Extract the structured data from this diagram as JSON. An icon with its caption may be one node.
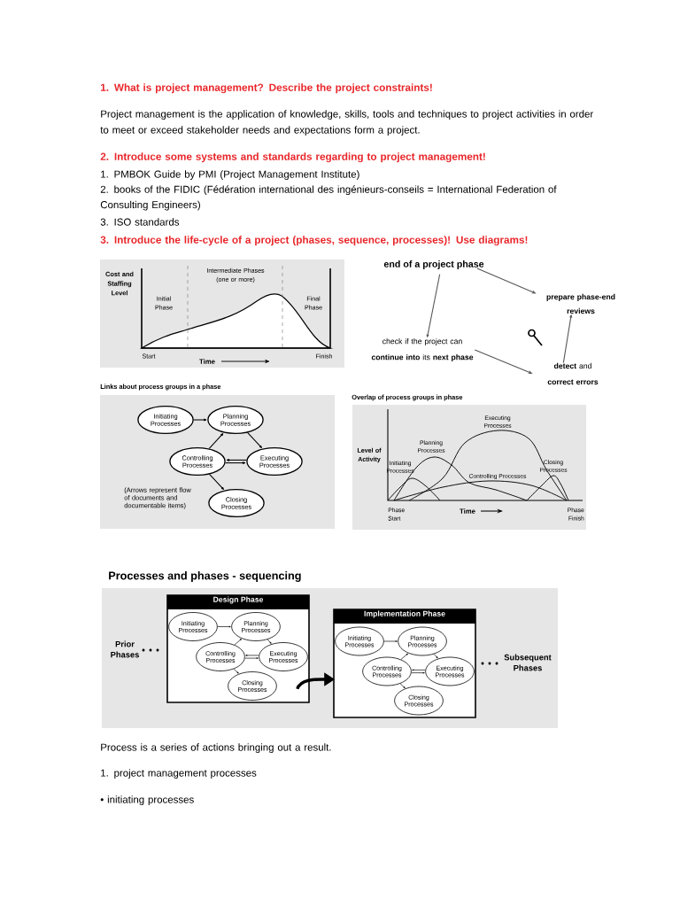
{
  "diagram": {
    "nodes": [
      {
        "text": [
          "end of a project phase"
        ]
      },
      {
        "text": [
          "check if the project can **continue into** its **next phase**"
        ]
      },
      {
        "text": [
          "prepare phase-end reviews"
        ]
      },
      {
        "text": [
          "**detect** and **correct errors**"
        ]
      },
      {
        "text": [
          "Initiating Processes"
        ]
      },
      {
        "text": [
          "Planning Processes"
        ]
      },
      {
        "text": [
          "Controlling Processes"
        ]
      },
      {
        "text": [
          "Executing Processes"
        ]
      },
      {
        "text": [
          "Closing Processes"
        ]
      },
      {
        "text": [
          "Design Phase"
        ]
      },
      {
        "text": [
          "Initiating Processes"
        ],
        "in": 9
      },
      {
        "text": [
          "Planning Processes"
        ],
        "in": 9
      },
      {
        "text": [
          "Controlling Processes"
        ],
        "in": 9
      },
      {
        "text": [
          "Executing Processes"
        ],
        "in": 9
      },
      {
        "text": [
          "Closing Processes"
        ],
        "in": 9
      },
      {
        "text": [
          "Implementation Phase"
        ]
      },
      {
        "text": [
          "Initiating Processes"
        ],
        "in": 15
      },
      {
        "text": [
          "Planning Processes"
        ],
        "in": 15
      },
      {
        "text": [
          "Controlling Processes"
        ],
        "in": 15
      },
      {
        "text": [
          "Executing Processes"
        ],
        "in": 15
      },
      {
        "text": [
          "Closing Processes"
        ],
        "in": 15
      }
    ],
    "edges": [
      {
        "from": 0,
        "to": 1,
        "arrow": "to"
      },
      {
        "from": 0,
        "to": 2,
        "arrow": "to"
      },
      {
        "from": 1,
        "to": 3,
        "arrow": "to"
      },
      {
        "from": 3,
        "to": 2,
        "arrow": "to"
      },
      {
        "from": 4,
        "to": 5,
        "arrow": "to"
      },
      {
        "from": 6,
        "to": 5,
        "arrow": "to"
      },
      {
        "from": 5,
        "to": 7,
        "arrow": "to"
      },
      {
        "from": 7,
        "to": 6,
        "arrow": "to"
      },
      {
        "from": 6,
        "to": 7,
        "arrow": "to"
      },
      {
        "from": 6,
        "to": 8,
        "arrow": "to"
      },
      {
        "from": 10,
        "to": 11,
        "arrow": "to"
      },
      {
        "from": 12,
        "to": 11,
        "arrow": "to"
      },
      {
        "from": 11,
        "to": 13,
        "arrow": "to"
      },
      {
        "from": 13,
        "to": 12,
        "arrow": "to"
      },
      {
        "from": 12,
        "to": 13,
        "arrow": "to"
      },
      {
        "from": 12,
        "to": 14,
        "arrow": "to"
      },
      {
        "from": 16,
        "to": 17,
        "arrow": "to"
      },
      {
        "from": 18,
        "to": 17,
        "arrow": "to"
      },
      {
        "from": 17,
        "to": 19,
        "arrow": "to"
      },
      {
        "from": 19,
        "to": 18,
        "arrow": "to"
      },
      {
        "from": 18,
        "to": 19,
        "arrow": "to"
      },
      {
        "from": 18,
        "to": 20,
        "arrow": "to"
      },
      {
        "from": 9,
        "to": 15,
        "arrow": "to",
        "style": "thick"
      }
    ],
    "labels": [
      "1. What is project management? Describe the project constraints!",
      "Project management is the application of knowledge, skills, tools and techniques to project activities in order to meet or exceed stakeholder needs and expectations form a project.",
      "2. Introduce some systems and standards regarding to project management!",
      "1. PMBOK Guide by PMI (Project Management Institute)",
      "2. books of the FIDIC (Fédération international des ingénieurs-conseils = International Federation of Consulting Engineers)",
      "3. ISO standards",
      "3. Introduce the life-cycle of a project (phases, sequence, processes)! Use diagrams!",
      "Cost and Staffing Level",
      "Intermediate Phases (one or more)",
      "Initial Phase",
      "Final Phase",
      "Start",
      "Time",
      "Finish",
      "Links about process groups in a phase",
      "(Arrows represent flow of documents and documentable items)",
      "Overlap of process groups in phase",
      "Level of Activity",
      "Executing Processes",
      "Planning Processes",
      "Initiating Processes",
      "Controlling Processes",
      "Closing Processes",
      "Phase Start",
      "Time",
      "Phase Finish",
      "Processes and phases - sequencing",
      "Prior Phases",
      "Subsequent Phases",
      "Process is a series of actions bringing out a result.",
      "1. project management processes",
      "• initiating processes"
    ]
  }
}
